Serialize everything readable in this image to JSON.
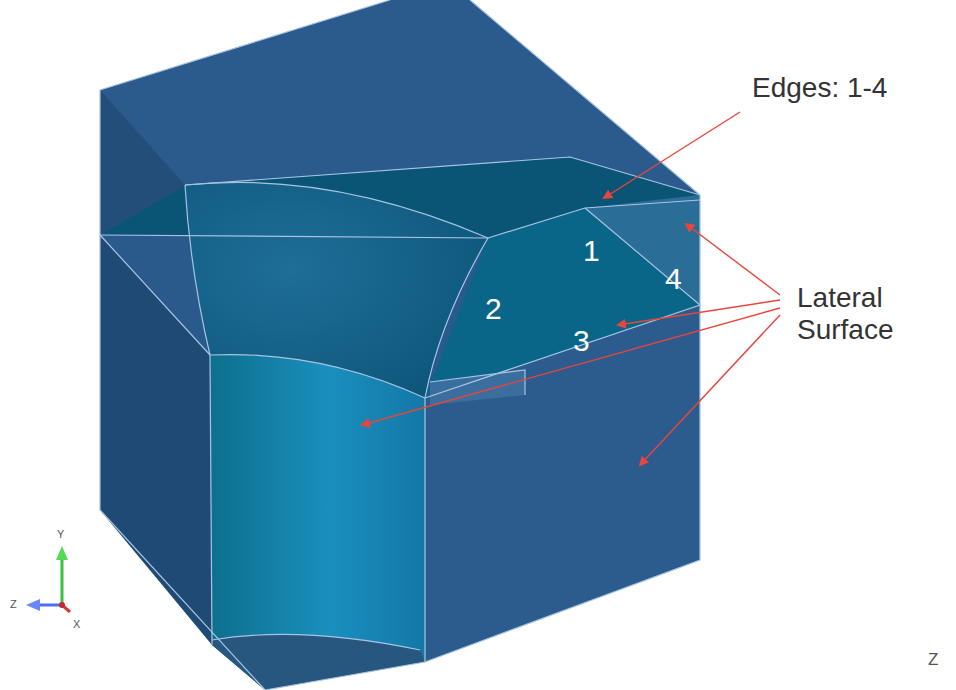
{
  "diagram": {
    "labels": [
      "Edges: 1-4",
      "1",
      "4",
      "2",
      "3",
      "Lateral Surface",
      "Y",
      "Z",
      "X",
      "Z"
    ]
  }
}
